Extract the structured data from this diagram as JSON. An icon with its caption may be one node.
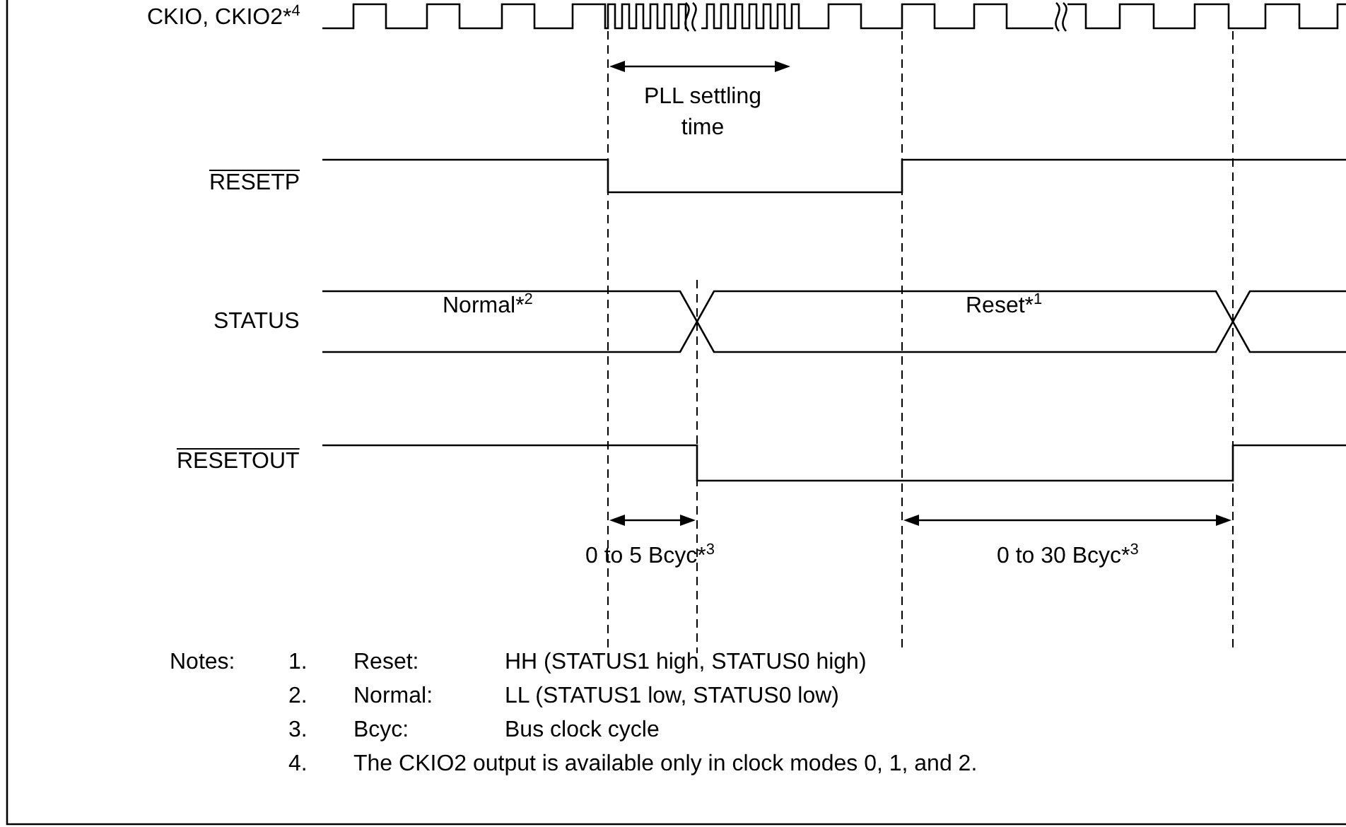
{
  "diagram": {
    "labels": [
      "CKIO, CKIO2*$^{4}$",
      "PLL settling time",
      "RESETP",
      "STATUS",
      "Normal*$^{2}$",
      "Reset*$^{1}$",
      "RESETOUT",
      "0 to 5 Bcyc*$^{3}$",
      "0 to 30 Bcyc*$^{3}$",
      "Notes:",
      "1.",
      "Reset:",
      "HH (STATUS1 high, STATUS0 high)",
      "2.",
      "Normal:",
      "LL (STATUS1 low, STATUS0 low)",
      "3.",
      "Bcyc:",
      "Bus clock cycle",
      "4.",
      "The CKIO2 output is available only in clock modes 0, 1, and 2."
    ]
  }
}
